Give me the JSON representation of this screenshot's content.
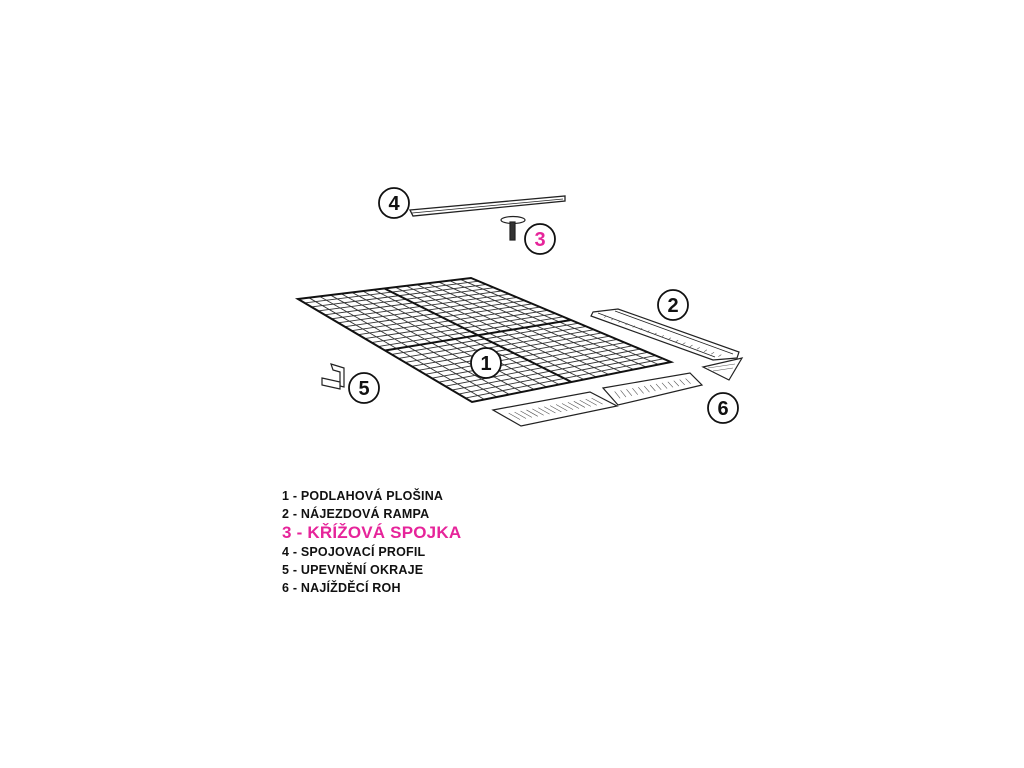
{
  "callouts": {
    "c1": "1",
    "c2": "2",
    "c3": "3",
    "c4": "4",
    "c5": "5",
    "c6": "6"
  },
  "legend": {
    "items": [
      "1 - PODLAHOVÁ PLOŠINA",
      "2 - NÁJEZDOVÁ RAMPA",
      "3 - KŘÍŽOVÁ SPOJKA",
      "4 - SPOJOVACÍ PROFIL",
      "5 - UPEVNĚNÍ OKRAJE",
      "6 - NAJÍŽDĚCÍ ROH"
    ]
  },
  "colors": {
    "line": "#222222",
    "highlight": "#e6249a",
    "background": "#ffffff"
  }
}
